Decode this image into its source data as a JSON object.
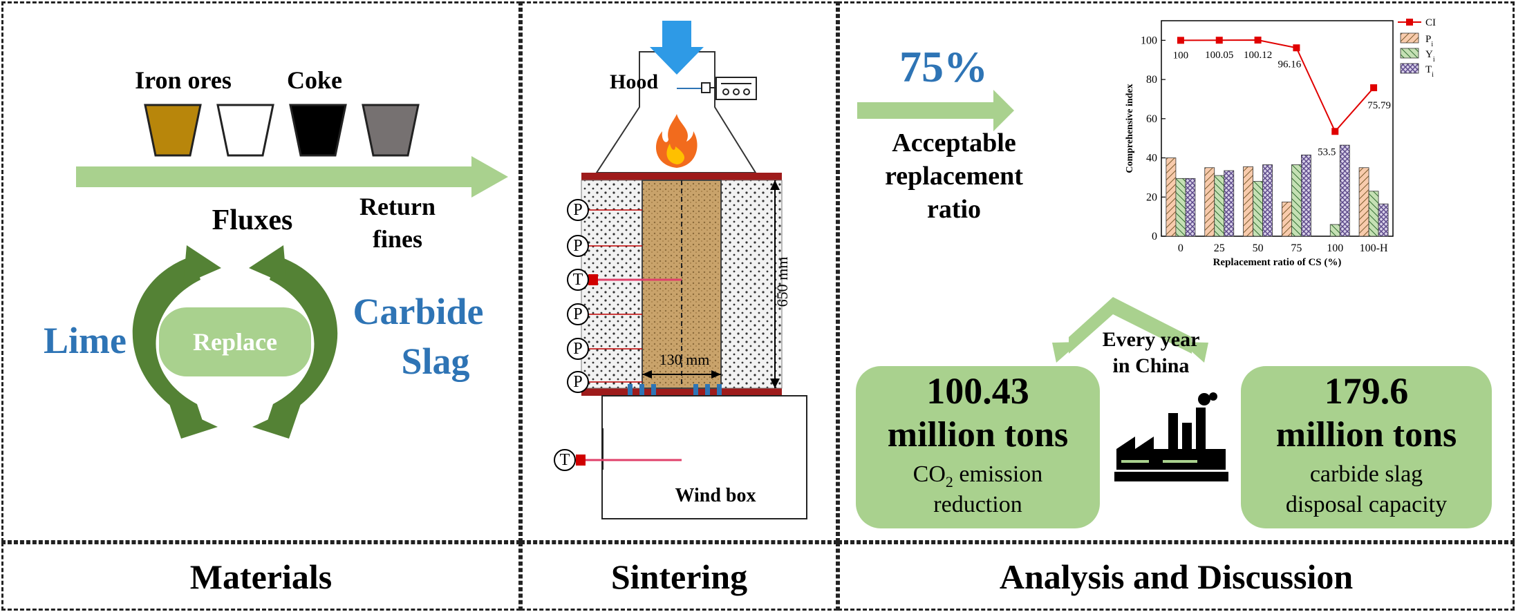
{
  "panels": {
    "materials": "Materials",
    "sintering": "Sintering",
    "analysis": "Analysis and Discussion"
  },
  "materials": {
    "iron_ores": "Iron ores",
    "coke": "Coke",
    "fluxes": "Fluxes",
    "return_fines_line1": "Return",
    "return_fines_line2": "fines",
    "lime": "Lime",
    "replace": "Replace",
    "carbide_line1": "Carbide",
    "carbide_line2": "Slag",
    "colors": {
      "lime_text": "#2e74b5",
      "arrow_green": "#a9d18e",
      "cycle_green": "#548235"
    }
  },
  "sintering": {
    "hood": "Hood",
    "height_label": "650 mm",
    "width_label": "130 mm",
    "wind_box": "Wind box",
    "probes": [
      "P",
      "P",
      "T",
      "P",
      "P",
      "P"
    ],
    "windbox_probe": "T"
  },
  "analysis": {
    "percent": "75%",
    "acceptable_line1": "Acceptable",
    "acceptable_line2": "replacement",
    "acceptable_line3": "ratio",
    "every_year_line1": "Every year",
    "every_year_line2": "in China",
    "box1_value": "100.43",
    "box1_unit": "million tons",
    "box1_desc_co2": "CO",
    "box1_desc_sub": "2",
    "box1_desc_rest": " emission",
    "box1_desc_line2": "reduction",
    "box2_value": "179.6",
    "box2_unit": "million tons",
    "box2_desc_line1": "carbide slag",
    "box2_desc_line2": "disposal capacity"
  },
  "chart_data": {
    "type": "bar",
    "categories": [
      "0",
      "25",
      "50",
      "75",
      "100",
      "100-H"
    ],
    "xlabel": "Replacement ratio of CS (%)",
    "ylabel": "Comprehensive index",
    "ylim": [
      0,
      110
    ],
    "yticks": [
      0,
      20,
      40,
      60,
      80,
      100
    ],
    "series": [
      {
        "name": "P",
        "sub": "i",
        "kind": "bar",
        "values": [
          40,
          35,
          35.5,
          17.5,
          0,
          35
        ]
      },
      {
        "name": "Y",
        "sub": "i",
        "kind": "bar",
        "values": [
          29.5,
          31,
          28,
          36.5,
          6,
          23
        ]
      },
      {
        "name": "T",
        "sub": "i",
        "kind": "bar",
        "values": [
          29.5,
          33.5,
          36.5,
          41.5,
          46.5,
          16.5
        ]
      },
      {
        "name": "CI",
        "kind": "line",
        "values": [
          100,
          100.05,
          100.12,
          96.16,
          53.5,
          75.79
        ]
      }
    ],
    "data_labels": [
      "100",
      "100.05",
      "100.12",
      "96.16",
      "53.5",
      "75.79"
    ],
    "legend_position": "top-right",
    "colors": {
      "P": "#f4b183",
      "Y": "#a9d18e",
      "T": "#b4a7d6",
      "CI": "#e00000"
    }
  }
}
